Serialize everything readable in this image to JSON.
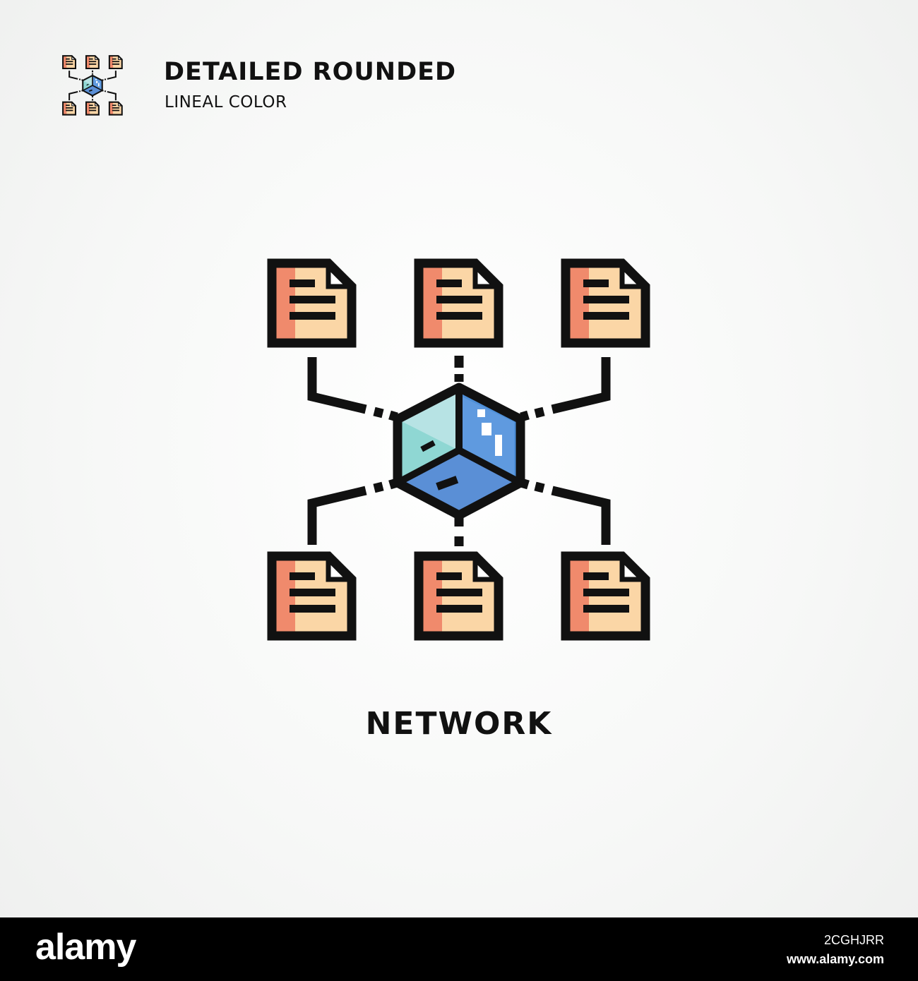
{
  "header": {
    "title": "DETAILED ROUNDED",
    "subtitle": "LINEAL COLOR"
  },
  "icon": {
    "name": "network-icon",
    "documents": 6,
    "colors": {
      "outline": "#111111",
      "doc_fill": "#fbd6a6",
      "doc_accent": "#f08a6c",
      "cube_left": "#8fd7d3",
      "cube_right": "#4e8fd8",
      "cube_bottom": "#5a8fd6"
    }
  },
  "label": "NETWORK",
  "footer": {
    "logo": "alamy",
    "image_id": "2CGHJRR",
    "site": "www.alamy.com"
  }
}
